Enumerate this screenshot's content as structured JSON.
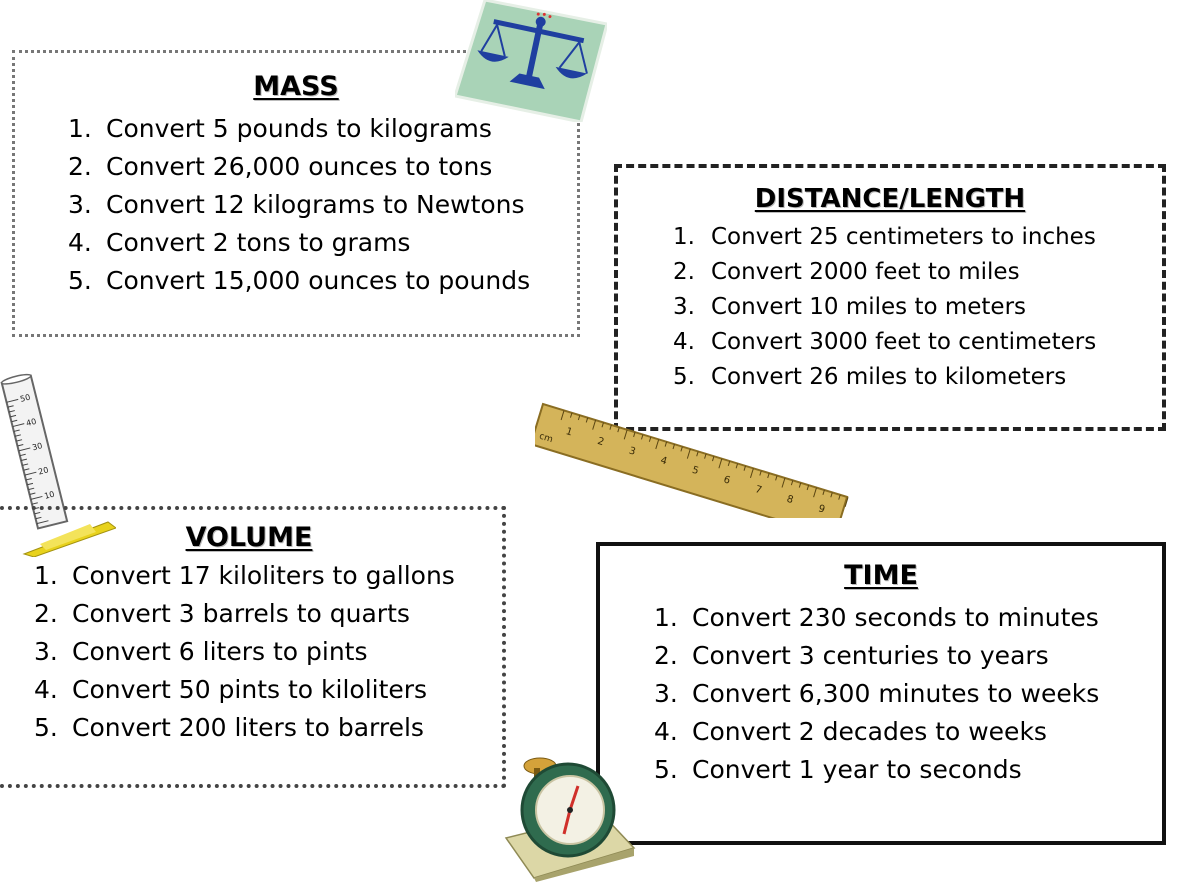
{
  "mass": {
    "title": "MASS",
    "items": [
      {
        "num": "1.",
        "text": "Convert 5 pounds to kilograms"
      },
      {
        "num": "2.",
        "text": "Convert 26,000 ounces to tons"
      },
      {
        "num": "3.",
        "text": "Convert 12 kilograms to Newtons"
      },
      {
        "num": "4.",
        "text": "Convert 2 tons to grams"
      },
      {
        "num": "5.",
        "text": "Convert 15,000 ounces to pounds"
      }
    ]
  },
  "distance": {
    "title": "DISTANCE/LENGTH",
    "items": [
      {
        "num": "1.",
        "text": "Convert 25 centimeters to inches"
      },
      {
        "num": "2.",
        "text": "Convert 2000 feet to miles"
      },
      {
        "num": "3.",
        "text": "Convert 10 miles to meters"
      },
      {
        "num": "4.",
        "text": "Convert 3000 feet to centimeters"
      },
      {
        "num": "5.",
        "text": "Convert 26 miles to kilometers"
      }
    ]
  },
  "volume": {
    "title": "VOLUME",
    "items": [
      {
        "num": "1.",
        "text": "Convert 17 kiloliters to gallons"
      },
      {
        "num": "2.",
        "text": "Convert 3 barrels to quarts"
      },
      {
        "num": "3.",
        "text": "Convert 6 liters to pints"
      },
      {
        "num": "4.",
        "text": "Convert 50 pints to kiloliters"
      },
      {
        "num": "5.",
        "text": "Convert 200 liters to barrels"
      }
    ]
  },
  "time": {
    "title": "TIME",
    "items": [
      {
        "num": "1.",
        "text": "Convert 230 seconds to minutes"
      },
      {
        "num": "2.",
        "text": "Convert 3 centuries to years"
      },
      {
        "num": "3.",
        "text": "Convert 6,300 minutes to weeks"
      },
      {
        "num": "4.",
        "text": "Convert 2 decades to weeks"
      },
      {
        "num": "5.",
        "text": "Convert 1 year to seconds"
      }
    ]
  },
  "ruler": {
    "unit": "cm",
    "marks": [
      "1",
      "2",
      "3",
      "4",
      "5",
      "6",
      "7",
      "8",
      "9"
    ],
    "color": "#d4b45a"
  },
  "cylinder": {
    "marks": [
      "50",
      "40",
      "30",
      "20",
      "10"
    ],
    "base_color": "#e8d21c"
  },
  "icons": {
    "scale": "balance-scale-icon",
    "clock": "alarm-clock-icon",
    "ruler": "ruler-icon",
    "cylinder": "graduated-cylinder-icon"
  }
}
